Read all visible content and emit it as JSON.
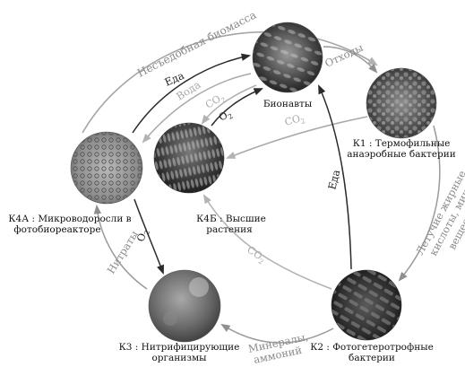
{
  "nodes": {
    "bionauts": {
      "label": "Бионавты"
    },
    "k1": {
      "label_line1": "К1 : Термофильные",
      "label_line2": "анаэробные бактерии"
    },
    "k2": {
      "label_line1": "К2 : Фотогетеротрофные",
      "label_line2": "бактерии"
    },
    "k3": {
      "label_line1": "К3 : Нитрифицирующие",
      "label_line2": "организмы"
    },
    "k4a": {
      "label_line1": "К4А : Микроводоросли в",
      "label_line2": "фотобиореакторе"
    },
    "k4b": {
      "label_line1": "К4Б : Высшие",
      "label_line2": "растения"
    }
  },
  "flows": {
    "inedible_biomass": "Несъедобная биомасса",
    "food_k4a": "Еда",
    "water": "Вода",
    "co2_k4a": "CO",
    "co2_k4a_sub": "2",
    "o2_k4b": "O",
    "o2_k4b_sub": "2",
    "waste": "Отходы",
    "co2_k1": "CO",
    "co2_k1_sub": "2",
    "food_k2": "Еда",
    "fatty_acids_line1": "Летучие жирные",
    "fatty_acids_line2": "кислоты, минеральные",
    "fatty_acids_line3": "вещества",
    "co2_k2": "CO",
    "co2_k2_sub": "2",
    "o2_k4a": "O",
    "o2_k4a_sub": "2",
    "nitrates": "Нитраты",
    "minerals_line1": "Минералы,",
    "minerals_line2": "аммоний"
  }
}
